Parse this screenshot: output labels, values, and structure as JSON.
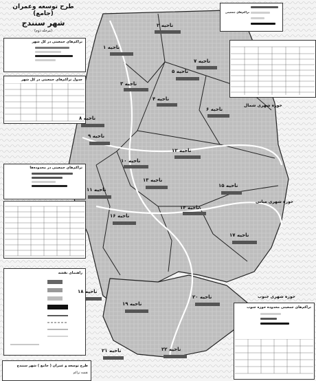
{
  "title": {
    "line1": "طرح توسعه وعمران (جامع)",
    "line2": "شهر سنندج",
    "line3": "(مرحله دوم)"
  },
  "panels": {
    "central_cluster": "تراکم‌های جمعیتی در کل شهر",
    "secondary_cluster": "تراکم‌های جمعیتی در محدوده‌ها",
    "kurdish_table_title": "جدول تراکم‌های جمعیتی در کل شهر",
    "upper_right": "تراکم‌های جمعیتی",
    "bottom_right": "تراکم‌های جمعیتی محدوده حوزه جنوب",
    "legend_title": "راهنمای نقشه"
  },
  "regions": {
    "north": "حوزه شهری شمال",
    "east": "حوزه شهری میانی",
    "south": "حوزه شهری جنوب"
  },
  "zones": [
    "ناحیه ۱",
    "ناحیه ۲",
    "ناحیه ۳",
    "ناحیه ۴",
    "ناحیه ۵",
    "ناحیه ۶",
    "ناحیه ۷",
    "ناحیه ۸",
    "ناحیه ۹",
    "ناحیه ۱۰",
    "ناحیه ۱۱",
    "ناحیه ۱۲",
    "ناحیه ۱۳",
    "ناحیه ۱۴",
    "ناحیه ۱۵",
    "ناحیه ۱۶",
    "ناحیه ۱۷",
    "ناحیه ۱۸",
    "ناحیه ۱۹",
    "ناحیه ۲۰",
    "ناحیه ۲۱",
    "ناحیه ۲۲"
  ],
  "footer": {
    "title": "طرح توسعه و عمران ( جامع ) شهر سنندج",
    "subtitle": "نقشه تراکم"
  },
  "colors": {
    "urban_fill": "#b9b9b9",
    "dark_bar": "#555555",
    "black_bar": "#111111",
    "road": "#ffffff",
    "boundary": "#222222"
  }
}
